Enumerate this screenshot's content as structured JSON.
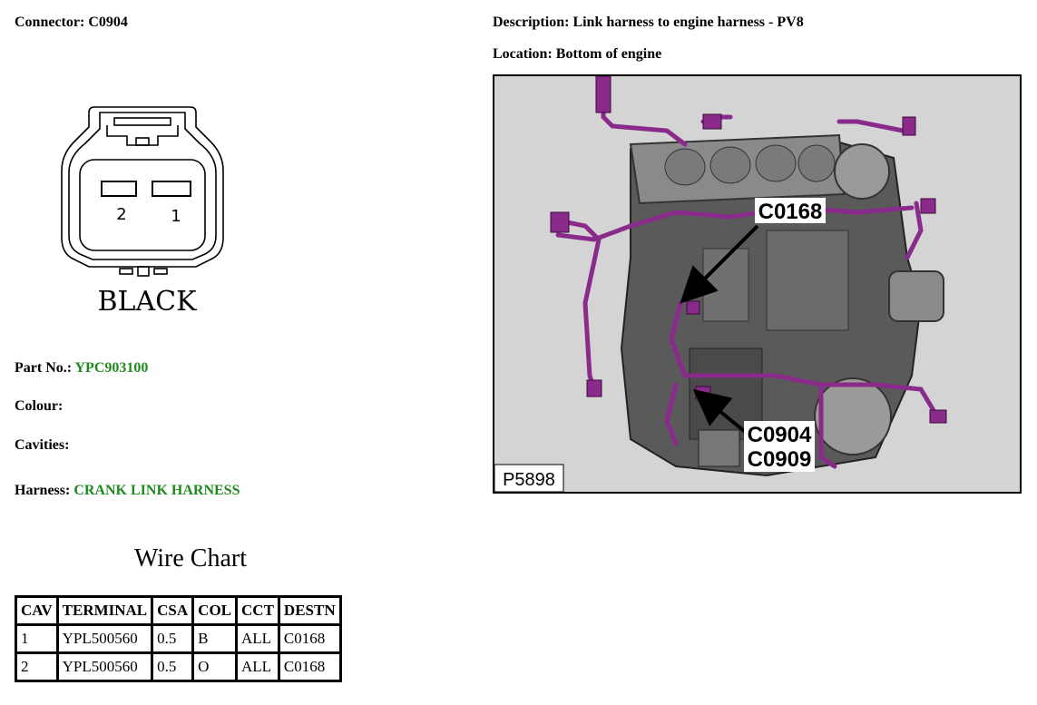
{
  "header": {
    "connector_label": "Connector:",
    "connector_value": "C0904",
    "description_label": "Description:",
    "description_value": "Link harness to engine harness - PV8",
    "location_label": "Location:",
    "location_value": "Bottom of engine"
  },
  "connector_drawing": {
    "cavity_labels": [
      "2",
      "1"
    ],
    "colour_text": "BLACK"
  },
  "details": {
    "part_no_label": "Part No.:",
    "part_no_value": "YPC903100",
    "colour_label": "Colour:",
    "colour_value": "",
    "cavities_label": "Cavities:",
    "cavities_value": "",
    "harness_label": "Harness:",
    "harness_value": "CRANK LINK HARNESS"
  },
  "wire_chart": {
    "title": "Wire Chart",
    "columns": [
      "CAV",
      "TERMINAL",
      "CSA",
      "COL",
      "CCT",
      "DESTN"
    ],
    "rows": [
      [
        "1",
        "YPL500560",
        "0.5",
        "B",
        "ALL",
        "C0168"
      ],
      [
        "2",
        "YPL500560",
        "0.5",
        "O",
        "ALL",
        "C0168"
      ]
    ]
  },
  "engine_image": {
    "callouts": [
      "C0168",
      "C0904",
      "C0909"
    ],
    "figure_id": "P5898"
  },
  "colors": {
    "accent_green": "#1f8a1f",
    "harness_purple": "#8a2a8a"
  }
}
